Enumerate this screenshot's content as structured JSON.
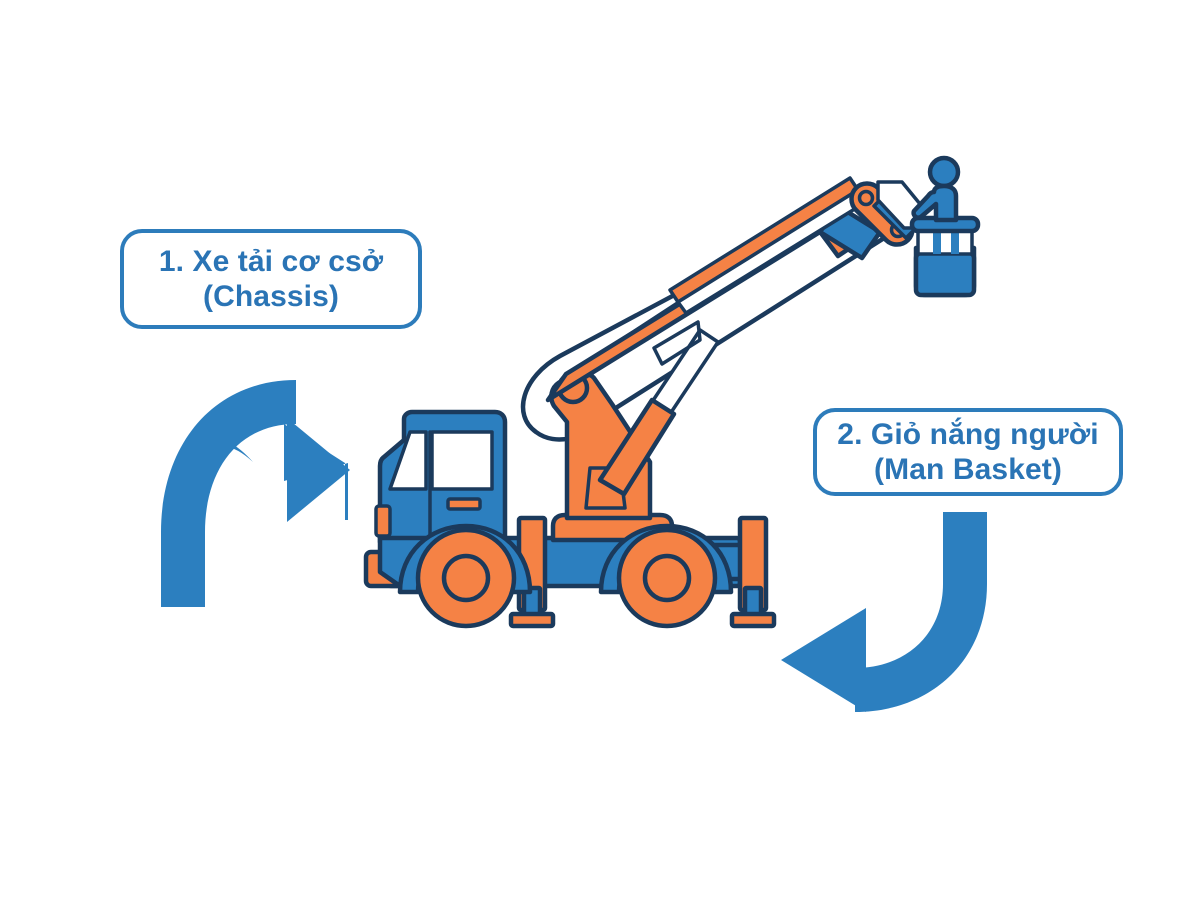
{
  "page": {
    "title": "Aerial Work Platform Truck Parts Diagram",
    "background_color": "#ffffff"
  },
  "palette": {
    "orange": "#F58245",
    "orange_dark": "#EF7D3F",
    "blue": "#2C7FBF",
    "blue_mid": "#2B7EBE",
    "blue_dark": "#1B4F7E",
    "outline": "#1B3A5C",
    "text_blue": "#2A74B5",
    "border_blue": "#2D7CBB",
    "white": "#FFFFFF"
  },
  "callouts": [
    {
      "id": "chassis",
      "line1": "1. Xe tải cơ csở",
      "line2": "(Chassis)",
      "number": "1."
    },
    {
      "id": "basket",
      "line1": "2. Giỏ nắng người",
      "line2": "(Man Basket)",
      "number": "2."
    }
  ],
  "arrows": [
    {
      "id": "arrow-to-chassis",
      "direction": "curve-up-right",
      "color": "#2C7FBF",
      "points_to": "chassis"
    },
    {
      "id": "arrow-to-basket",
      "direction": "curve-down-left",
      "color": "#2C7FBF",
      "points_to": "man-basket"
    }
  ],
  "illustration": {
    "name": "boom-lift-truck",
    "parts": [
      "truck-cab",
      "chassis-frame",
      "front-wheel",
      "rear-wheel",
      "outrigger-front",
      "outrigger-rear",
      "turntable-base",
      "boom-rest-cradle",
      "lower-boom-arm",
      "hydraulic-cylinder",
      "telescopic-boom",
      "boom-extension",
      "boom-tip-linkage",
      "man-basket",
      "worker-figure"
    ]
  }
}
